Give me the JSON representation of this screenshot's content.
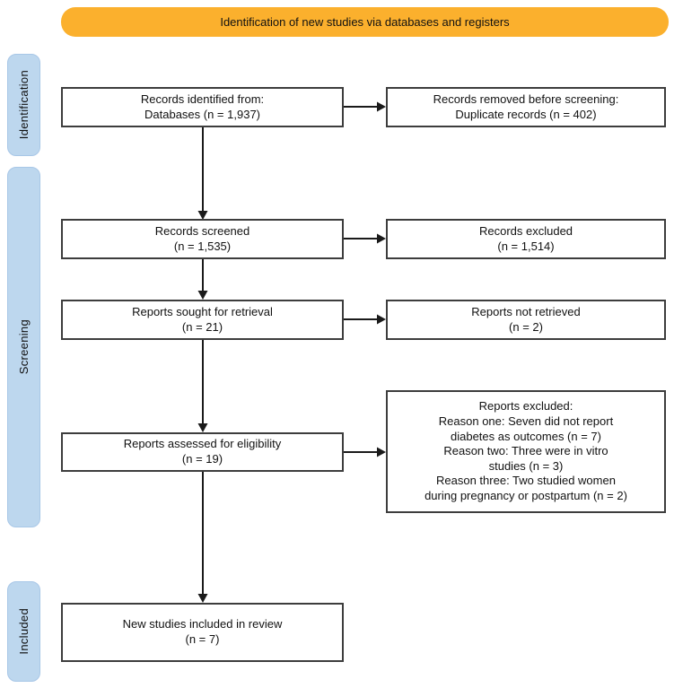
{
  "title_banner": {
    "label": "Identification of new studies via databases and registers"
  },
  "stage_labels": {
    "identification": "Identification",
    "screening": "Screening",
    "included": "Included"
  },
  "boxes": {
    "records_identified": "Records identified from:\nDatabases (n = 1,937)",
    "records_removed": "Records removed before screening:\nDuplicate records (n = 402)",
    "records_screened": "Records screened\n(n = 1,535)",
    "records_excluded": "Records excluded\n(n = 1,514)",
    "reports_sought": "Reports sought for retrieval\n(n = 21)",
    "reports_not_retrieved": "Reports not retrieved\n(n = 2)",
    "reports_assessed": "Reports assessed for eligibility\n(n = 19)",
    "reports_excluded": "Reports excluded:\nReason one: Seven did not report\ndiabetes as outcomes (n = 7)\nReason two: Three were in vitro\nstudies (n = 3)\nReason three: Two studied women\nduring pregnancy or postpartum (n = 2)",
    "new_studies_included": "New studies included in review\n(n = 7)"
  },
  "colors": {
    "banner_bg": "#FBB02D",
    "stage_bg": "#BDD7EE",
    "stage_border": "#A8C7E7",
    "box_border": "#3D3D3D",
    "arrow_color": "#1A1A1A"
  }
}
